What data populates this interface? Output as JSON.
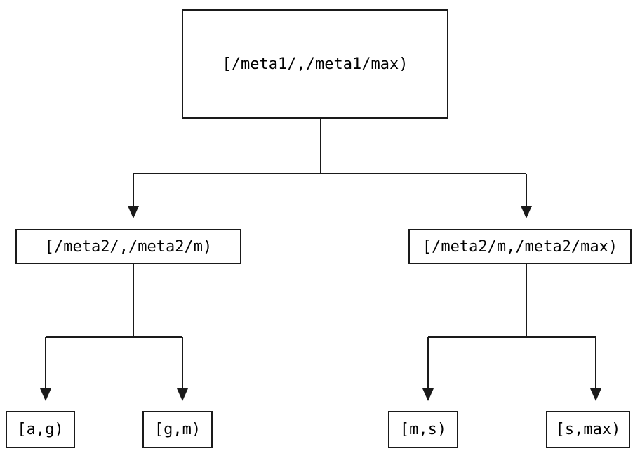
{
  "diagram": {
    "type": "tree",
    "nodes": {
      "root": {
        "label": "[/meta1/,/meta1/max)"
      },
      "level2_left": {
        "label": "[/meta2/,/meta2/m)"
      },
      "level2_right": {
        "label": "[/meta2/m,/meta2/max)"
      },
      "leaf_ag": {
        "label": "[a,g)"
      },
      "leaf_gm": {
        "label": "[g,m)"
      },
      "leaf_ms": {
        "label": "[m,s)"
      },
      "leaf_smax": {
        "label": "[s,max)"
      }
    },
    "edges": [
      {
        "from": "root",
        "to": "level2_left"
      },
      {
        "from": "root",
        "to": "level2_right"
      },
      {
        "from": "level2_left",
        "to": "leaf_ag"
      },
      {
        "from": "level2_left",
        "to": "leaf_gm"
      },
      {
        "from": "level2_right",
        "to": "leaf_ms"
      },
      {
        "from": "level2_right",
        "to": "leaf_smax"
      }
    ],
    "colors": {
      "line": "#1a1a1a",
      "box_border": "#1a1a1a",
      "text": "#000000",
      "background": "#ffffff"
    }
  }
}
